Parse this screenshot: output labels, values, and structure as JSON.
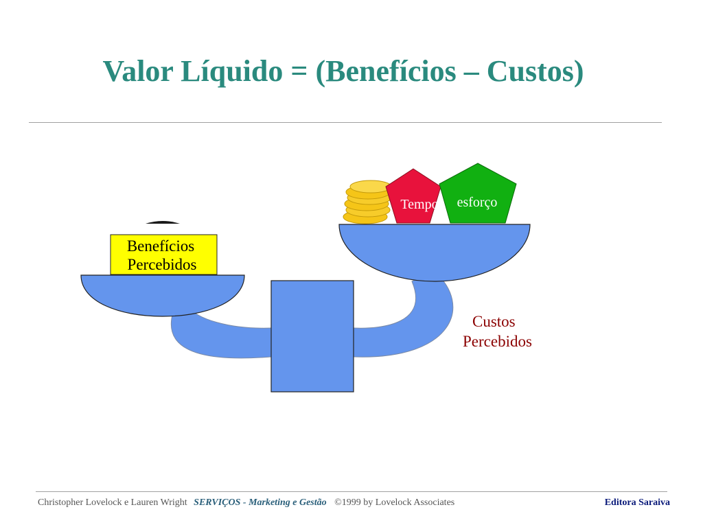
{
  "title": "Valor Líquido = (Benefícios – Custos)",
  "benefits_box": {
    "line1": "Benefícios",
    "line2": "Percebidos"
  },
  "costs_label": {
    "line1": "Custos",
    "line2": "Percebidos"
  },
  "cost_items": {
    "time": "Tempo",
    "effort": "esforço"
  },
  "colors": {
    "title": "#2a8a7e",
    "scale_blue": "#6495ed",
    "benefits_box": "#ffff00",
    "time_pentagon": "#e8123c",
    "effort_pentagon": "#11b011",
    "coins": "#f5c518",
    "costs_label": "#8b0000"
  },
  "footer": {
    "authors": "Christopher Lovelock e Lauren Wright",
    "book": "SERVIÇOS - Marketing e Gestão",
    "copyright": "©1999 by Lovelock Associates",
    "publisher": "Editora Saraiva"
  }
}
